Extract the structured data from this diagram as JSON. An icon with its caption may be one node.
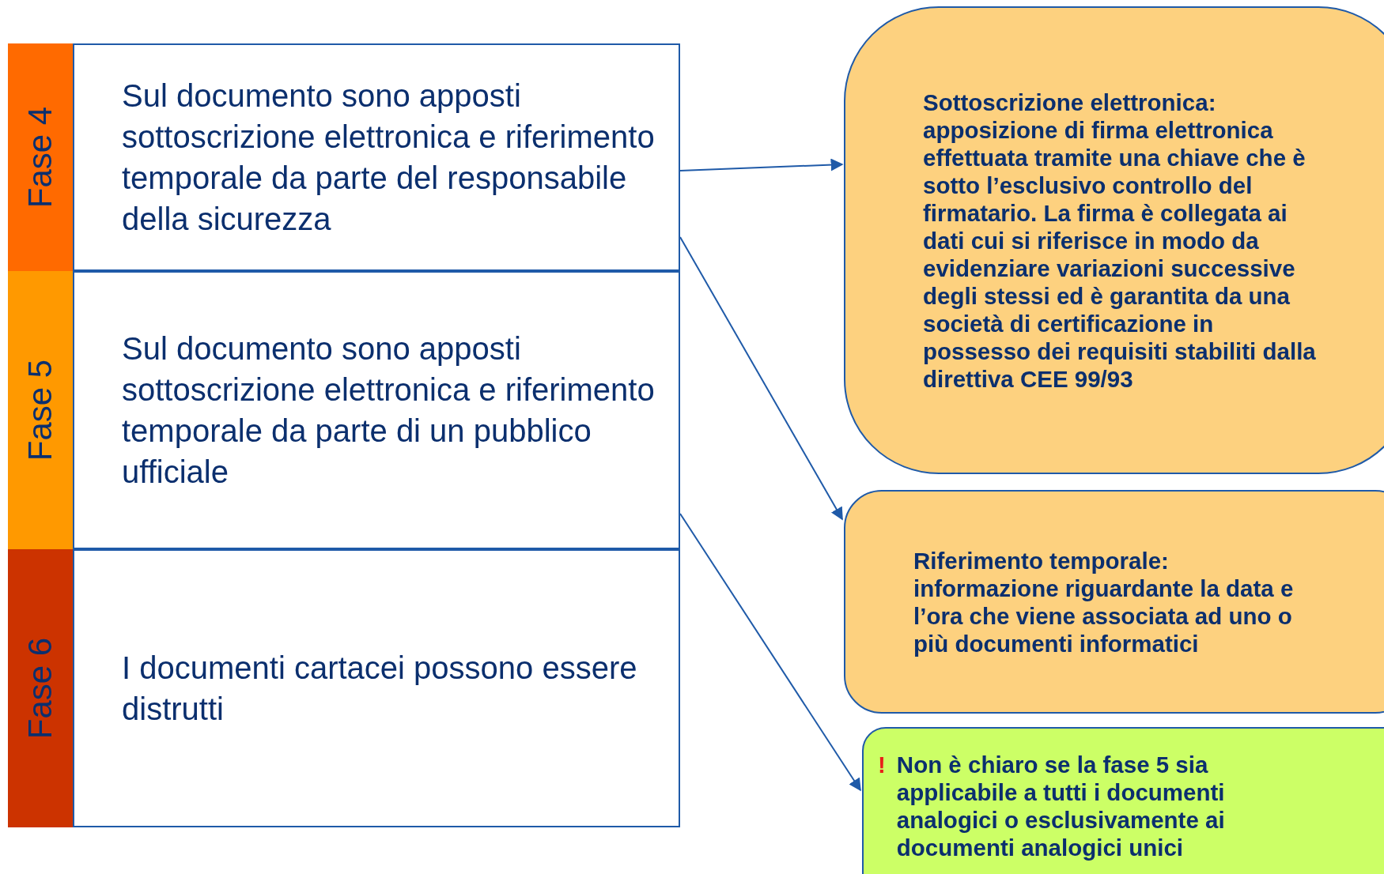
{
  "diagram": {
    "nodes": [
      {
        "text": [
          "Fase 4"
        ]
      },
      {
        "text": [
          "Sul documento sono apposti sottoscrizione elettronica e riferimento temporale da parte del responsabile della sicurezza"
        ]
      },
      {
        "text": [
          "Fase 5"
        ]
      },
      {
        "text": [
          "Sul documento sono apposti sottoscrizione elettronica e riferimento temporale da parte di un pubblico ufficiale"
        ]
      },
      {
        "text": [
          "Fase 6"
        ]
      },
      {
        "text": [
          "I documenti cartacei possono essere distrutti"
        ]
      },
      {
        "text": [
          "Sottoscrizione elettronica: apposizione di firma elettronica effettuata tramite una chiave che è sotto l’esclusivo controllo del firmatario. La firma è collegata ai dati cui si riferisce in modo da evidenziare variazioni successive degli stessi ed è garantita da una società di certificazione in possesso dei requisiti stabiliti dalla direttiva CEE 99/93"
        ]
      },
      {
        "text": [
          "Riferimento temporale: informazione riguardante la data e l’ora che viene associata ad uno o più documenti informatici"
        ]
      },
      {
        "text": [
          "!",
          "Non è chiaro se la fase 5 sia applicabile a tutti i documenti analogici o esclusivamente ai documenti analogici unici"
        ]
      }
    ],
    "edges": [
      {
        "from": 1,
        "to": 6,
        "arrow": "to"
      },
      {
        "from": 1,
        "to": 7,
        "arrow": "to"
      },
      {
        "from": 3,
        "to": 8,
        "arrow": "to"
      }
    ]
  }
}
